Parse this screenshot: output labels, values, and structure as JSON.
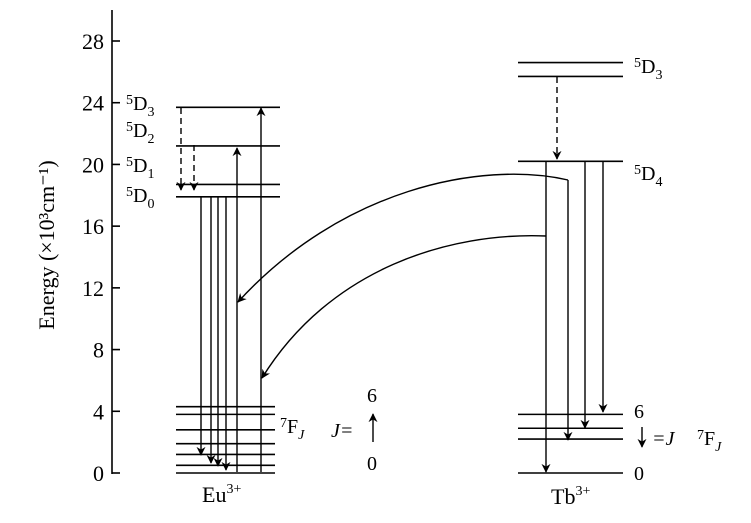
{
  "axis": {
    "label": "Energy (×10³cm⁻¹)",
    "ticks": [
      {
        "value": 0,
        "label": "0"
      },
      {
        "value": 4,
        "label": "4"
      },
      {
        "value": 8,
        "label": "8"
      },
      {
        "value": 12,
        "label": "12"
      },
      {
        "value": 16,
        "label": "16"
      },
      {
        "value": 20,
        "label": "20"
      },
      {
        "value": 24,
        "label": "24"
      },
      {
        "value": 28,
        "label": "28"
      }
    ]
  },
  "eu": {
    "ion": "Eu",
    "charge": "3+",
    "excited_levels": [
      {
        "name": "D",
        "mult": "5",
        "j": "3",
        "energy": 23.7
      },
      {
        "name": "D",
        "mult": "5",
        "j": "2",
        "energy": 21.2
      },
      {
        "name": "D",
        "mult": "5",
        "j": "1",
        "energy": 18.7
      },
      {
        "name": "D",
        "mult": "5",
        "j": "0",
        "energy": 17.9
      }
    ],
    "ground_manifold": {
      "term": "F",
      "mult": "7",
      "j": "J",
      "energies": [
        0.0,
        0.5,
        1.2,
        1.9,
        2.8,
        3.8,
        4.3
      ]
    },
    "j_range": {
      "prefix": "J=",
      "top": "6",
      "bottom": "0"
    }
  },
  "tb": {
    "ion": "Tb",
    "charge": "3+",
    "excited_levels": [
      {
        "name": "D",
        "mult": "5",
        "j": "3",
        "energy": 26.6,
        "energy2": 25.7
      },
      {
        "name": "D",
        "mult": "5",
        "j": "4",
        "energy": 20.2
      }
    ],
    "ground_manifold": {
      "term": "F",
      "mult": "7",
      "j": "J",
      "energies": [
        0.0,
        2.2,
        2.9,
        3.8
      ]
    },
    "j_range": {
      "suffix": "=J",
      "top": "6",
      "bottom": "0"
    }
  }
}
